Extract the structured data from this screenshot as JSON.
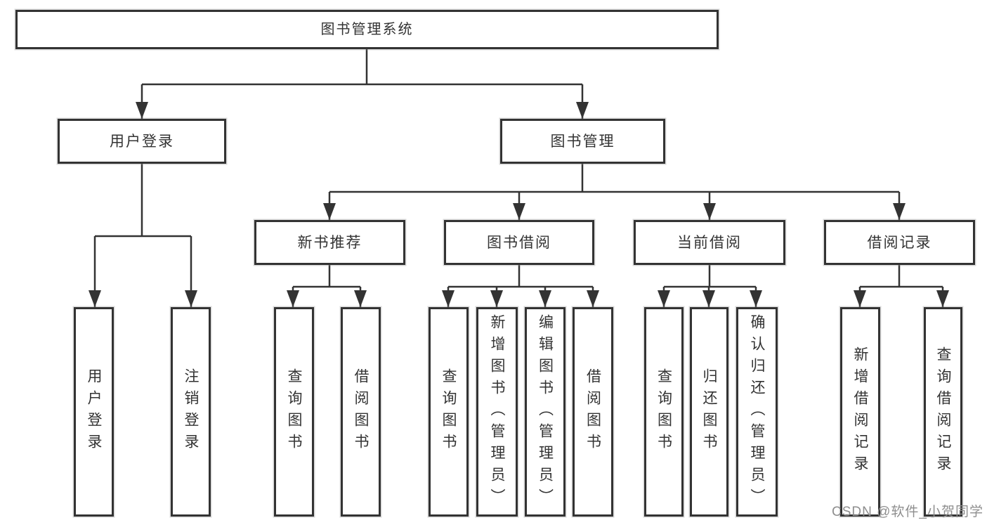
{
  "diagram": {
    "watermark": "CSDN @软件_小贺同学",
    "colors": {
      "line": "#333333",
      "box_border": "#333333",
      "box_background": "#ffffff",
      "text": "#333333",
      "watermark": "#8e8e8e"
    },
    "tree": {
      "root": {
        "label": "图书管理系统",
        "children": [
          {
            "label": "用户登录",
            "children": [
              {
                "label": "用户登录"
              },
              {
                "label": "注销登录"
              }
            ]
          },
          {
            "label": "图书管理",
            "children": [
              {
                "label": "新书推荐",
                "children": [
                  {
                    "label": "查询图书"
                  },
                  {
                    "label": "借阅图书"
                  }
                ]
              },
              {
                "label": "图书借阅",
                "children": [
                  {
                    "label": "查询图书"
                  },
                  {
                    "label": "新增图书（管理员）"
                  },
                  {
                    "label": "编辑图书（管理员）"
                  },
                  {
                    "label": "借阅图书"
                  }
                ]
              },
              {
                "label": "当前借阅",
                "children": [
                  {
                    "label": "查询图书"
                  },
                  {
                    "label": "归还图书"
                  },
                  {
                    "label": "确认归还（管理员）"
                  }
                ]
              },
              {
                "label": "借阅记录",
                "children": [
                  {
                    "label": "新增借阅记录"
                  },
                  {
                    "label": "查询借阅记录"
                  }
                ]
              }
            ]
          }
        ]
      }
    }
  }
}
